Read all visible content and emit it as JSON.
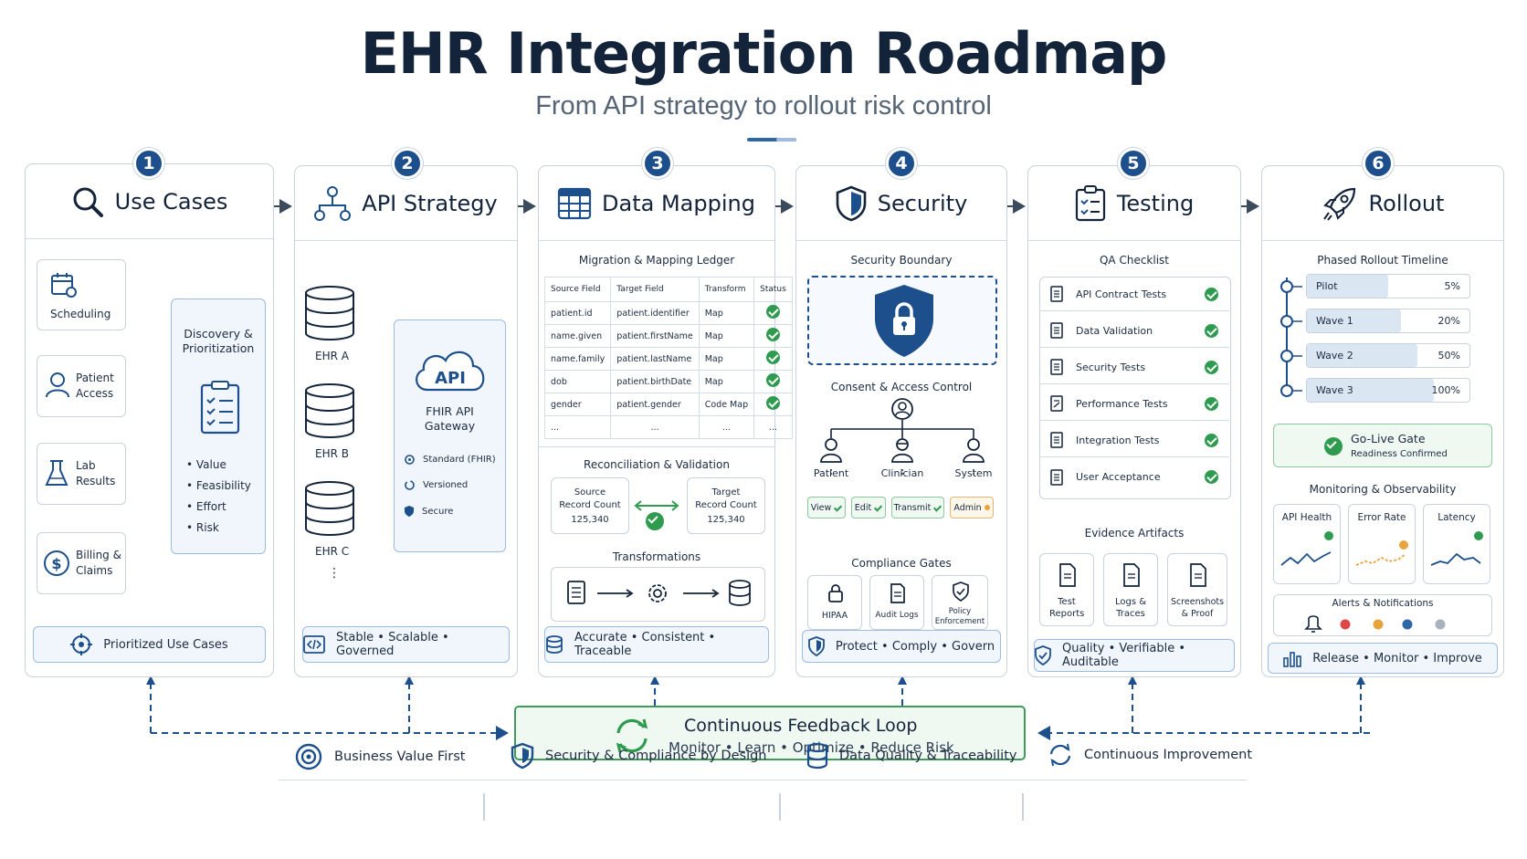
{
  "title": "EHR Integration Roadmap",
  "subtitle": "From API strategy to rollout risk control",
  "stages": [
    {
      "num": "1",
      "title": "Use Cases",
      "footer": "Prioritized Use Cases"
    },
    {
      "num": "2",
      "title": "API Strategy",
      "footer": "Stable • Scalable • Governed"
    },
    {
      "num": "3",
      "title": "Data Mapping",
      "footer": "Accurate • Consistent • Traceable"
    },
    {
      "num": "4",
      "title": "Security",
      "footer": "Protect • Comply • Govern"
    },
    {
      "num": "5",
      "title": "Testing",
      "footer": "Quality • Verifiable • Auditable"
    },
    {
      "num": "6",
      "title": "Rollout",
      "footer": "Release • Monitor • Improve"
    }
  ],
  "use_cases": {
    "items": [
      "Scheduling",
      "Patient Access",
      "Lab Results",
      "Billing & Claims"
    ],
    "discovery_title": "Discovery & Prioritization",
    "criteria": [
      "Value",
      "Feasibility",
      "Effort",
      "Risk"
    ]
  },
  "api": {
    "sources": [
      "EHR A",
      "EHR B",
      "EHR C"
    ],
    "ellipsis": "⋮",
    "cloud_label": "API",
    "gateway_title": "FHIR API Gateway",
    "features": [
      "Standard (FHIR)",
      "Versioned",
      "Secure"
    ]
  },
  "mapping": {
    "ledger_title": "Migration & Mapping Ledger",
    "headers": [
      "Source Field",
      "Target Field",
      "Transform",
      "Status"
    ],
    "rows": [
      [
        "patient.id",
        "patient.identifier",
        "Map"
      ],
      [
        "name.given",
        "patient.firstName",
        "Map"
      ],
      [
        "name.family",
        "patient.lastName",
        "Map"
      ],
      [
        "dob",
        "patient.birthDate",
        "Map"
      ],
      [
        "gender",
        "patient.gender",
        "Code Map"
      ]
    ],
    "ellipsis_row": [
      "...",
      "...",
      "...",
      "..."
    ],
    "recon_title": "Reconciliation & Validation",
    "source_label": "Source Record Count",
    "source_count": "125,340",
    "target_label": "Target Record Count",
    "target_count": "125,340",
    "transform_title": "Transformations"
  },
  "security": {
    "boundary_title": "Security Boundary",
    "consent_title": "Consent & Access Control",
    "roles": [
      "Patient",
      "Clinician",
      "System"
    ],
    "permissions": [
      "View",
      "Edit",
      "Transmit",
      "Admin"
    ],
    "gates_title": "Compliance Gates",
    "gates": [
      "HIPAA",
      "Audit Logs",
      "Policy Enforcement"
    ]
  },
  "testing": {
    "qa_title": "QA Checklist",
    "checks": [
      "API Contract Tests",
      "Data Validation",
      "Security Tests",
      "Performance Tests",
      "Integration Tests",
      "User Acceptance"
    ],
    "evidence_title": "Evidence Artifacts",
    "artifacts": [
      "Test Reports",
      "Logs & Traces",
      "Screenshots & Proof"
    ]
  },
  "rollout": {
    "timeline_title": "Phased Rollout Timeline",
    "phases": [
      {
        "name": "Pilot",
        "pct_label": "5%",
        "fill": 0.5
      },
      {
        "name": "Wave 1",
        "pct_label": "20%",
        "fill": 0.58
      },
      {
        "name": "Wave 2",
        "pct_label": "50%",
        "fill": 0.68
      },
      {
        "name": "Wave 3",
        "pct_label": "100%",
        "fill": 0.78
      }
    ],
    "gate_title": "Go-Live Gate",
    "gate_sub": "Readiness Confirmed",
    "monitor_title": "Monitoring & Observability",
    "metrics": [
      "API Health",
      "Error Rate",
      "Latency"
    ],
    "alerts_title": "Alerts & Notifications"
  },
  "feedback": {
    "title": "Continuous Feedback Loop",
    "subtitle": "Monitor • Learn • Optimize • Reduce Risk"
  },
  "principles": [
    "Business Value First",
    "Security & Compliance by Design",
    "Data Quality & Traceability",
    "Continuous Improvement"
  ],
  "colors": {
    "navy": "#1d4f8c",
    "green": "#2e9b4e",
    "light_blue": "#f1f6fc",
    "orange": "#e8a43c",
    "red": "#e04848"
  }
}
